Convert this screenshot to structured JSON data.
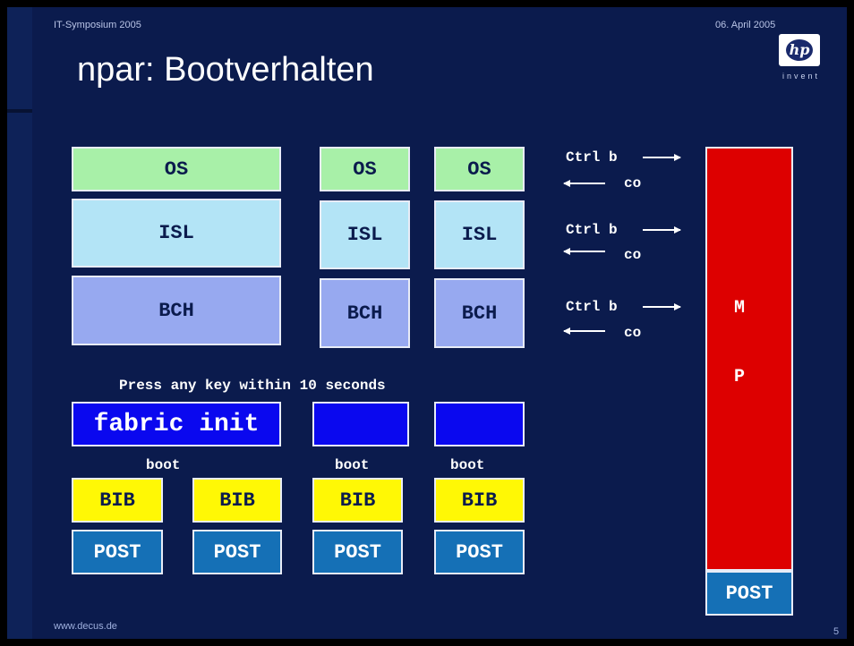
{
  "header": {
    "event": "IT-Symposium 2005",
    "date": "06. April 2005",
    "title": "npar: Bootverhalten",
    "logo_tag": "invent",
    "logo_mark": "hp"
  },
  "footer": {
    "site": "www.decus.de",
    "page": "5"
  },
  "partitions": {
    "os": "OS",
    "isl": "ISL",
    "bch": "BCH"
  },
  "press_key": "Press any key within 10 seconds",
  "fabric_init": "fabric init",
  "boot": "boot",
  "bib": "BIB",
  "post": "POST",
  "console": {
    "ctrl": "Ctrl b",
    "co": "co"
  },
  "mp": {
    "letter1": "M",
    "letter2": "P",
    "post": "POST"
  },
  "colors": {
    "background": "#0b1b4d",
    "os": "#a8f0a8",
    "isl": "#b3e4f6",
    "bch": "#97a9f0",
    "fabric": "#0a08ef",
    "bib": "#fff805",
    "post": "#1570b6",
    "mp": "#dd0000"
  }
}
